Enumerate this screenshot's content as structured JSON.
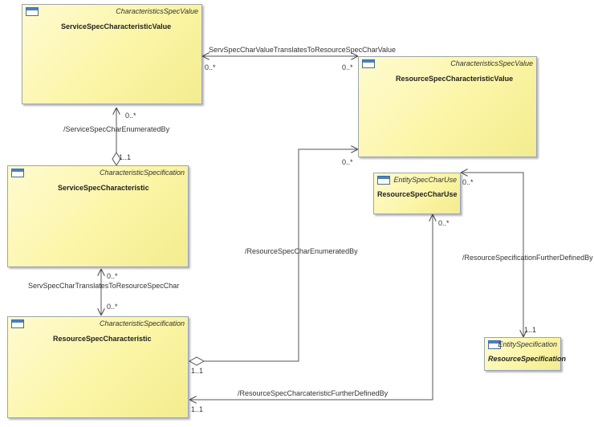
{
  "classes": {
    "service_spec_characteristic_value": {
      "stereotype": "CharacteristicsSpecValue",
      "name": "ServiceSpecCharacteristicValue"
    },
    "resource_spec_characteristic_value": {
      "stereotype": "CharacteristicsSpecValue",
      "name": "ResourceSpecCharacteristicValue"
    },
    "service_spec_characteristic": {
      "stereotype": "CharacteristicSpecification",
      "name": "ServiceSpecCharacteristic"
    },
    "resource_spec_char_use": {
      "stereotype": "EntitySpecCharUse",
      "name": "ResourceSpecCharUse"
    },
    "resource_spec_characteristic": {
      "stereotype": "CharacteristicSpecification",
      "name": "ResourceSpecCharacteristic"
    },
    "resource_specification": {
      "stereotype": "EntitySpecification",
      "name": "ResourceSpecification"
    }
  },
  "associations": {
    "value_translates": {
      "name": "ServSpecCharValueTranslatesToResourceSpecCharValue",
      "source_mult": "0..*",
      "target_mult": "0..*"
    },
    "service_enumerated_by": {
      "name": "/ServiceSpecCharEnumeratedBy",
      "value_mult": "0..*",
      "char_mult": "1..1"
    },
    "char_translates": {
      "name": "ServSpecCharTranslatesToResourceSpecChar",
      "source_mult": "0..*",
      "target_mult": "0..*"
    },
    "resource_enumerated_by": {
      "name": "/ResourceSpecCharEnumeratedBy",
      "value_mult": "0..*",
      "char_mult": "1..1"
    },
    "spec_further_defined": {
      "name": "/ResourceSpecificationFurtherDefinedBy",
      "use_mult": "0..*",
      "spec_mult": "1..1"
    },
    "char_further_defined": {
      "name": "/ResourceSpecCharcateristicFurtherDefinedBy",
      "use_mult": "0..*",
      "char_mult": "1..1"
    }
  }
}
